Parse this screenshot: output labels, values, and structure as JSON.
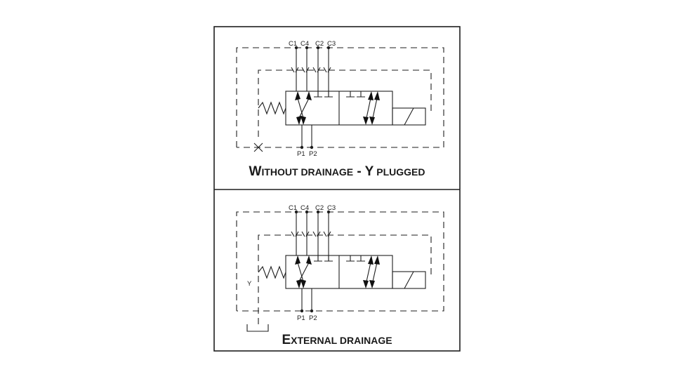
{
  "panels": [
    {
      "ports_top": [
        "C1",
        "C4",
        "C2",
        "C3"
      ],
      "ports_bottom": [
        "P1",
        "P2"
      ],
      "caption": {
        "first": "W",
        "rest": "ITHOUT DRAINAGE",
        "sep": " - ",
        "first2": "Y",
        "rest2": " PLUGGED"
      }
    },
    {
      "ports_top": [
        "C1",
        "C4",
        "C2",
        "C3"
      ],
      "ports_bottom": [
        "P1",
        "P2"
      ],
      "drain_label": "Y",
      "caption": {
        "first": "E",
        "rest": "XTERNAL DRAINAGE"
      }
    }
  ]
}
